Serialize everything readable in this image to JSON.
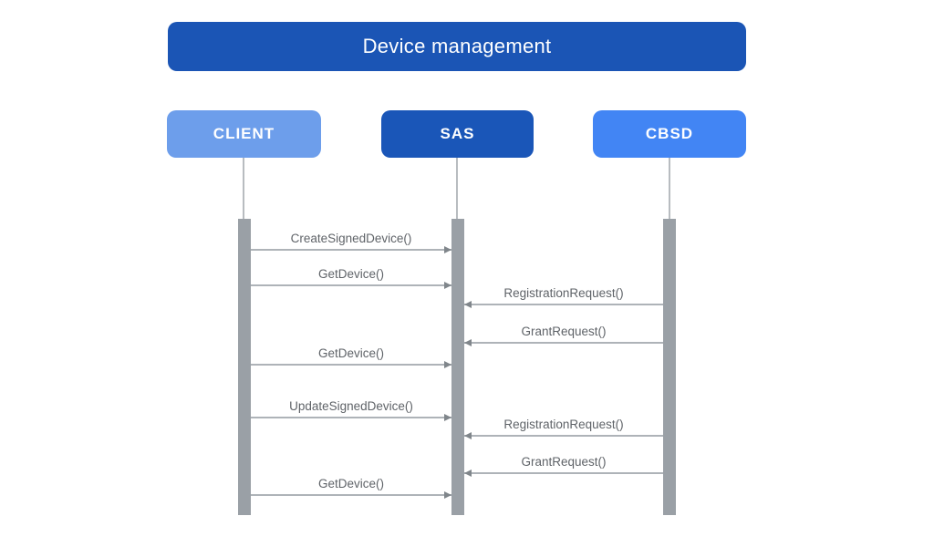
{
  "diagram": {
    "title": "Device management"
  },
  "actors": [
    {
      "id": "client",
      "label": "CLIENT",
      "color": "#6D9EEB"
    },
    {
      "id": "sas",
      "label": "SAS",
      "color": "#1A56B8"
    },
    {
      "id": "cbsd",
      "label": "CBSD",
      "color": "#4285F4"
    }
  ],
  "messages": [
    {
      "label": "CreateSignedDevice()",
      "from": "client",
      "to": "sas"
    },
    {
      "label": "GetDevice()",
      "from": "client",
      "to": "sas"
    },
    {
      "label": "RegistrationRequest()",
      "from": "cbsd",
      "to": "sas"
    },
    {
      "label": "GrantRequest()",
      "from": "cbsd",
      "to": "sas"
    },
    {
      "label": "GetDevice()",
      "from": "client",
      "to": "sas"
    },
    {
      "label": "UpdateSignedDevice()",
      "from": "client",
      "to": "sas"
    },
    {
      "label": "RegistrationRequest()",
      "from": "cbsd",
      "to": "sas"
    },
    {
      "label": "GrantRequest()",
      "from": "cbsd",
      "to": "sas"
    },
    {
      "label": "GetDevice()",
      "from": "client",
      "to": "sas"
    }
  ],
  "colors": {
    "title_bg": "#1B55B5",
    "client_bg": "#6D9EEB",
    "sas_bg": "#1A56B8",
    "cbsd_bg": "#4285F4",
    "text_on_blue": "#FFFFFF",
    "activation_bar": "#9AA0A6",
    "arrow_line": "#AEB3B8",
    "arrow_head": "#80868B",
    "message_text": "#5F6368",
    "lifeline": "#B8BCC0"
  }
}
